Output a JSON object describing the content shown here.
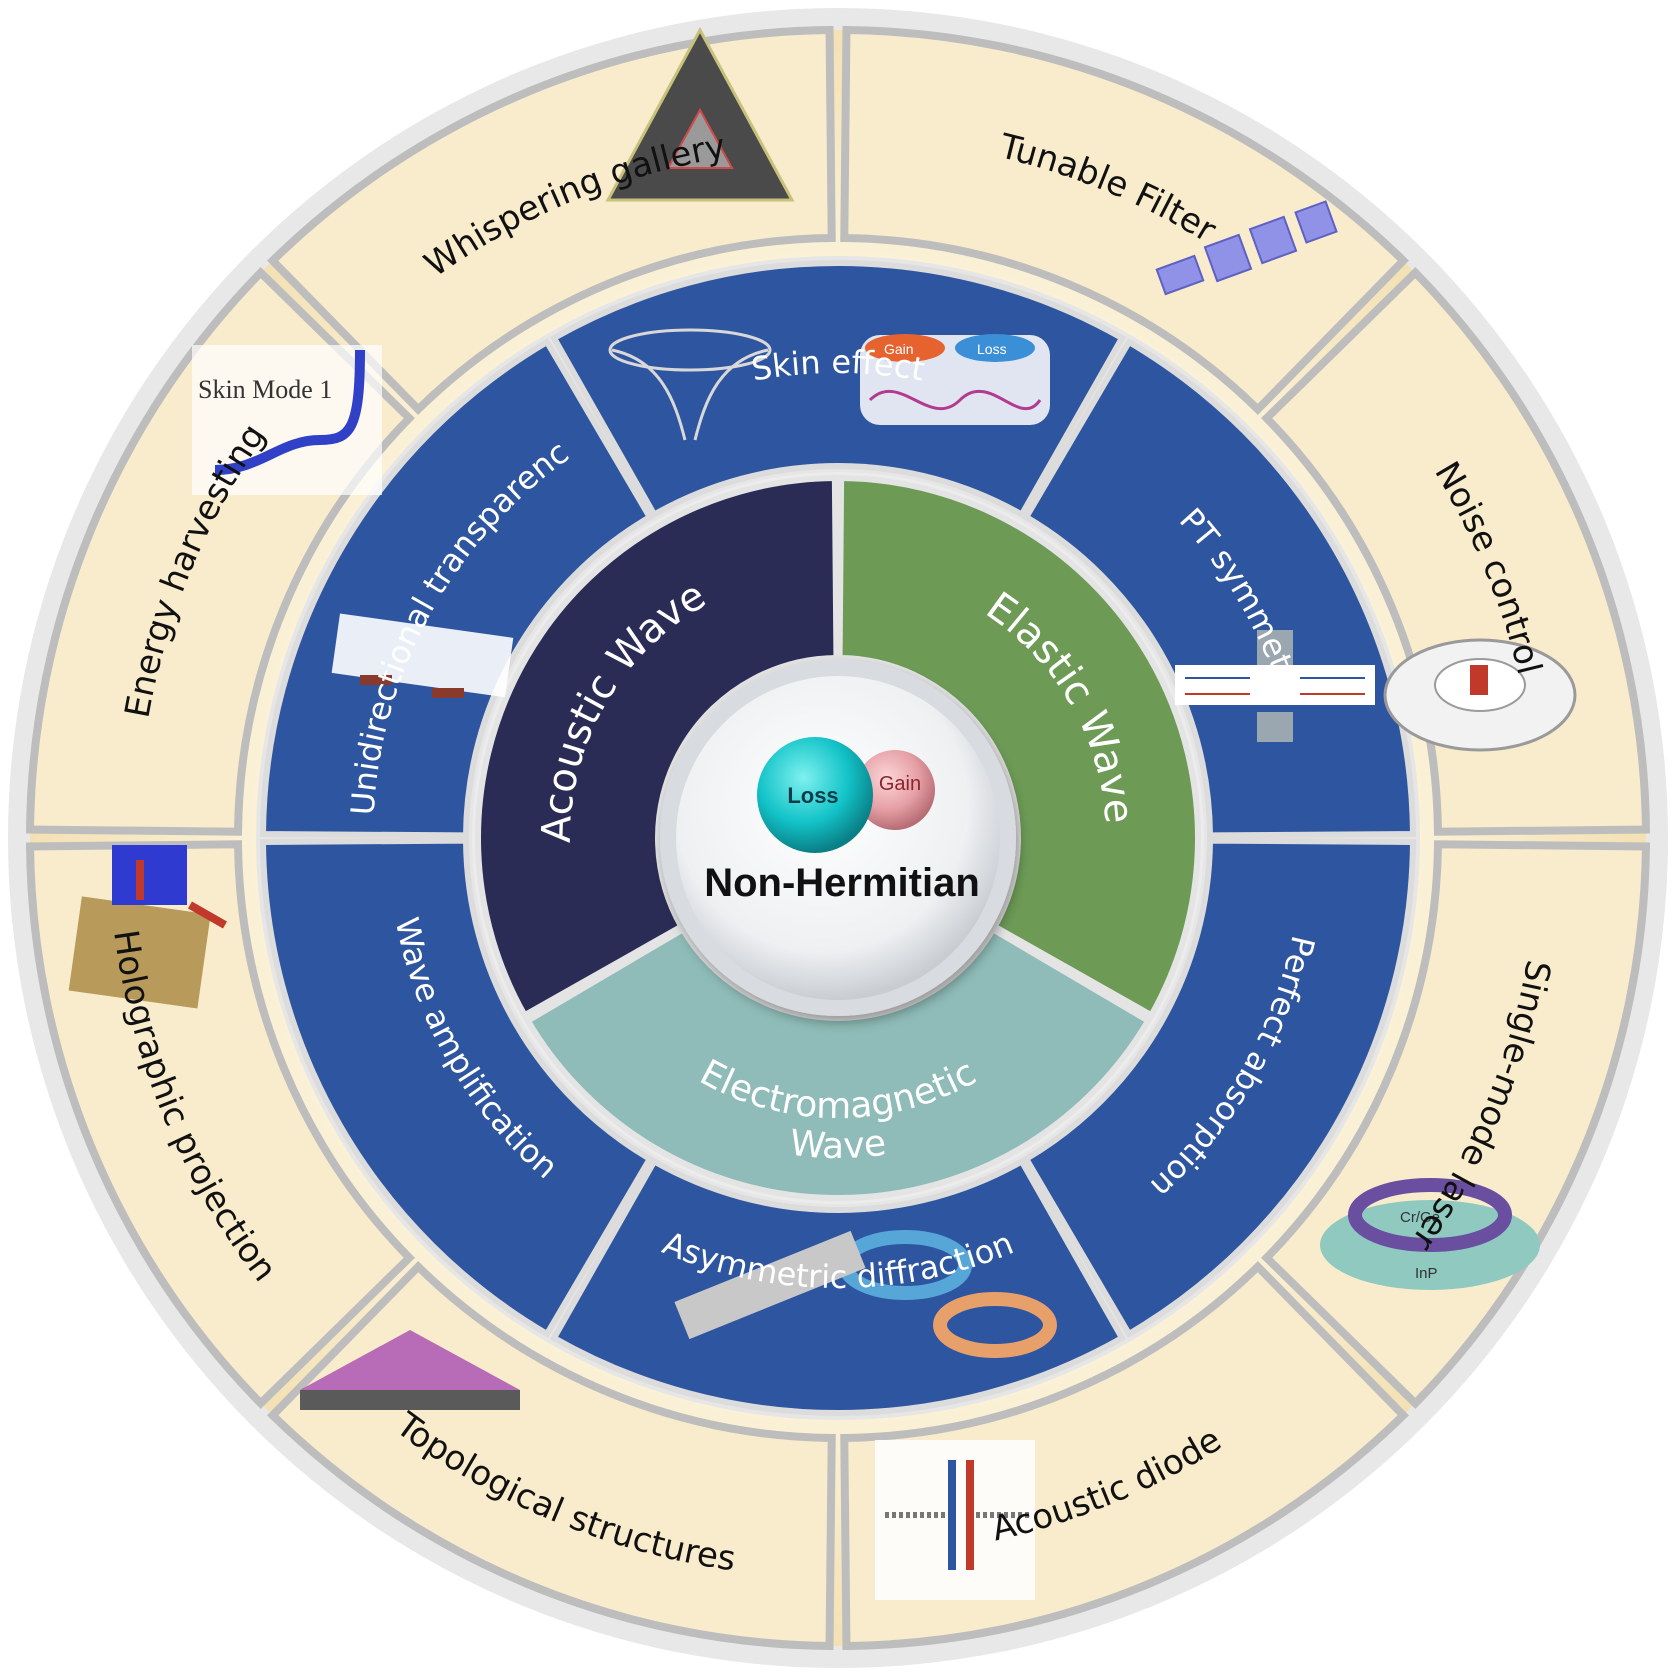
{
  "center": {
    "title": "Non-Hermitian",
    "sphere_left": "Loss",
    "sphere_right": "Gain"
  },
  "waves": [
    {
      "id": "acoustic",
      "lines": [
        "Acoustic Wave"
      ],
      "color": "#2b2c55"
    },
    {
      "id": "elastic",
      "lines": [
        "Elastic Wave"
      ],
      "color": "#6d9b56"
    },
    {
      "id": "electromagnetic",
      "lines": [
        "Electromagnetic",
        "Wave"
      ],
      "color": "#8fbcb8"
    }
  ],
  "effects": [
    {
      "id": "skin-effect",
      "label": "Skin effect"
    },
    {
      "id": "pt-symmetry",
      "label": "PT symmetry"
    },
    {
      "id": "perfect-absorption",
      "label": "Perfect absorption"
    },
    {
      "id": "asymmetric-diffraction",
      "label": "Asymmetric diffraction"
    },
    {
      "id": "wave-amplification",
      "label": "Wave amplification"
    },
    {
      "id": "unidirectional-transparency",
      "label": "Unidirectional transparency"
    }
  ],
  "applications": [
    {
      "id": "tunable-filter",
      "label": "Tunable Filter"
    },
    {
      "id": "noise-control",
      "label": "Noise control"
    },
    {
      "id": "single-mode-laser",
      "label": "Single-mode laser"
    },
    {
      "id": "acoustic-diode",
      "label": "Acoustic diode"
    },
    {
      "id": "topological-structures",
      "label": "Topological structures"
    },
    {
      "id": "holographic-projection",
      "label": "Holographic projection"
    },
    {
      "id": "energy-harvesting",
      "label": "Energy harvesting"
    },
    {
      "id": "whispering-gallery",
      "label": "Whispering gallery"
    }
  ],
  "illustrations": {
    "skin_mode": "Skin Mode 1",
    "gain_tag": "Gain",
    "loss_tag": "Loss",
    "laser_tag": "Cr/Ge",
    "substrate_tag": "InP"
  },
  "colors": {
    "outer_ring": "#f8eccd",
    "middle_ring": "#2e55a0",
    "divider": "#bdbdbd"
  }
}
